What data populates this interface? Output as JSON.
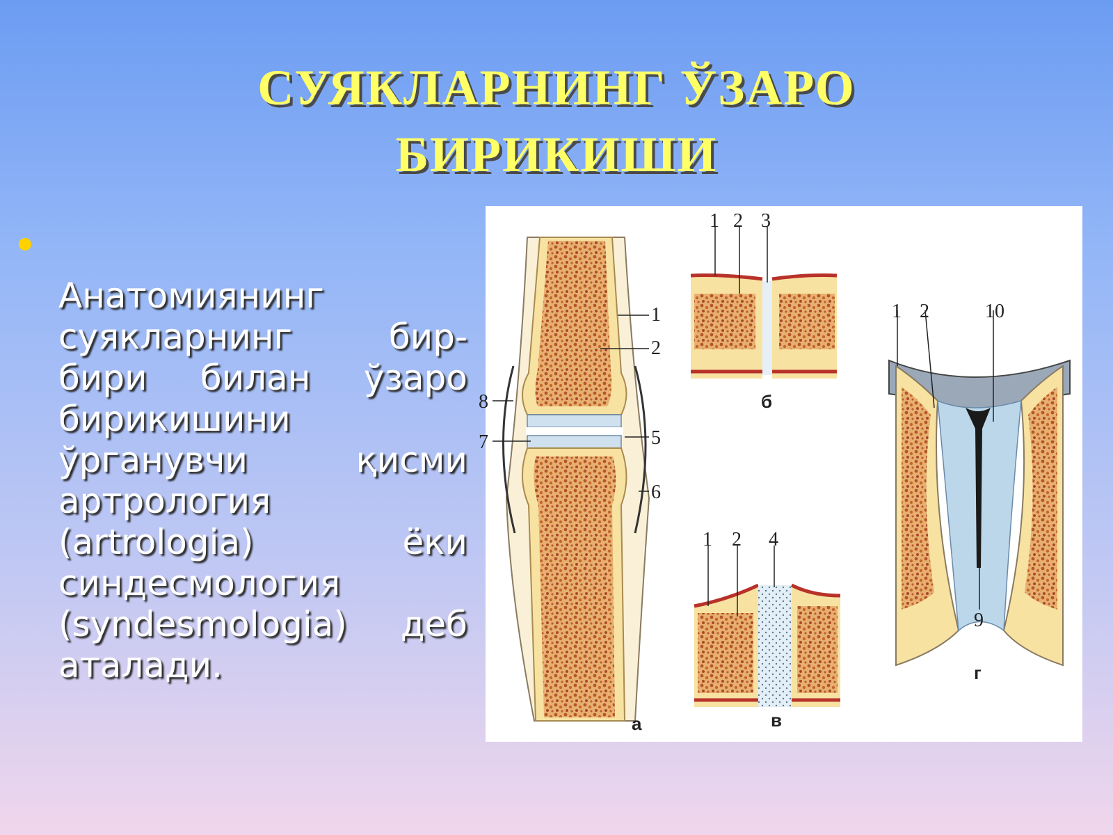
{
  "slide": {
    "title_line1": "СУЯКЛАРНИНГ  ЎЗАРО",
    "title_line2": "БИРИКИШИ",
    "body_text": "Анатомиянинг суякларнинг бир-бири билан ўзаро бирикишини ўрганувчи қисми артрология (artrologia) ёки синдесмология (syndesmologia) деб аталади."
  },
  "figure": {
    "panel_a": {
      "caption": "а",
      "numbers": [
        "1",
        "2",
        "8",
        "7",
        "5",
        "6"
      ]
    },
    "panel_b": {
      "caption": "б",
      "numbers": [
        "1",
        "2",
        "3"
      ]
    },
    "panel_v": {
      "caption": "в",
      "numbers": [
        "1",
        "2",
        "4"
      ]
    },
    "panel_g": {
      "caption": "г",
      "numbers": [
        "1",
        "2",
        "10",
        "9"
      ]
    }
  },
  "colors": {
    "title": "#ffff66",
    "bullet": "#ffd200",
    "bone_spongy": "#c8743a",
    "bone_cortex": "#f6e3a6",
    "periosteum": "#b8322a",
    "cartilage": "#bcd7ea"
  }
}
